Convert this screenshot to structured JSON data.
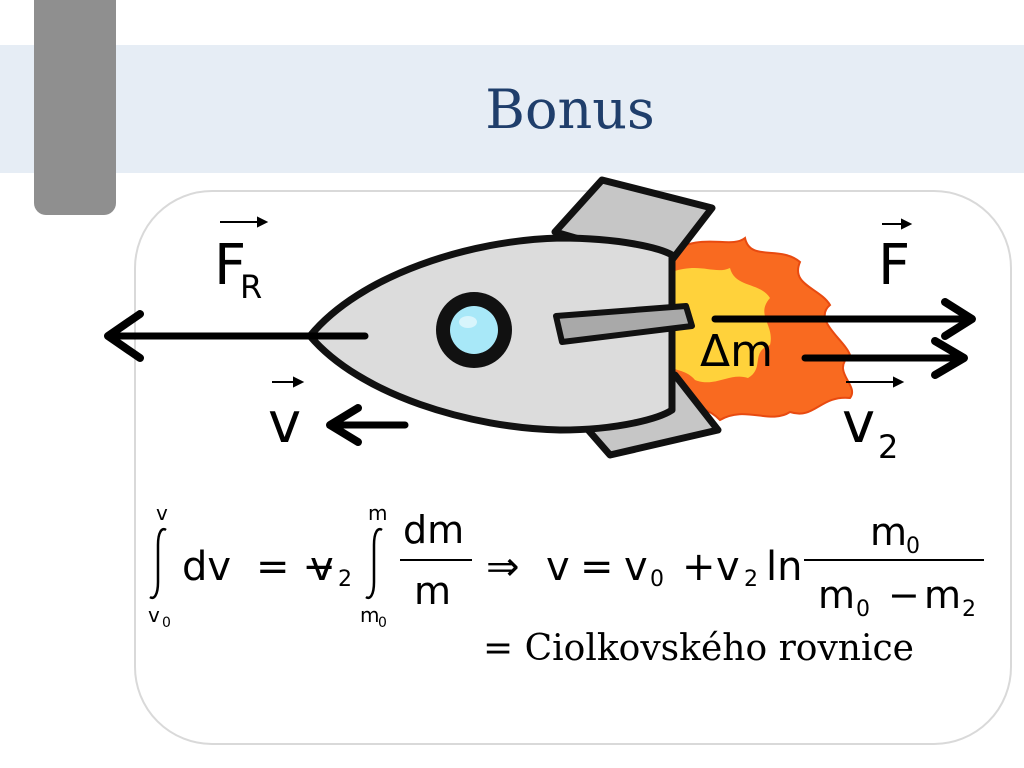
{
  "slide": {
    "title": "Bonus"
  },
  "labels": {
    "force_resistance": "F",
    "force_resistance_sub": "R",
    "force": "F",
    "velocity": "v",
    "exhaust_velocity": "v",
    "exhaust_velocity_sub": "2",
    "mass_element": "Δm"
  },
  "equation": {
    "int1_upper": "v",
    "int1_lower": "v",
    "int1_lower_sub": "0",
    "dv": "dv",
    "eq1": "= −",
    "v2": "v",
    "v2_sub": "2",
    "int2_upper": "m",
    "int2_lower": "m",
    "int2_lower_sub": "0",
    "frac1_num": "dm",
    "frac1_den": "m",
    "implies": "⇒",
    "v": "v",
    "eq2": "=",
    "v0": "v",
    "v0_sub": "0",
    "plus": "+",
    "v2b": "v",
    "v2b_sub": "2",
    "ln": "ln",
    "frac2_num": "m",
    "frac2_num_sub": "0",
    "frac2_den_a": "m",
    "frac2_den_a_sub": "0",
    "minus": "−",
    "frac2_den_b": "m",
    "frac2_den_b_sub": "2"
  },
  "caption": "= Ciolkovského rovnice"
}
